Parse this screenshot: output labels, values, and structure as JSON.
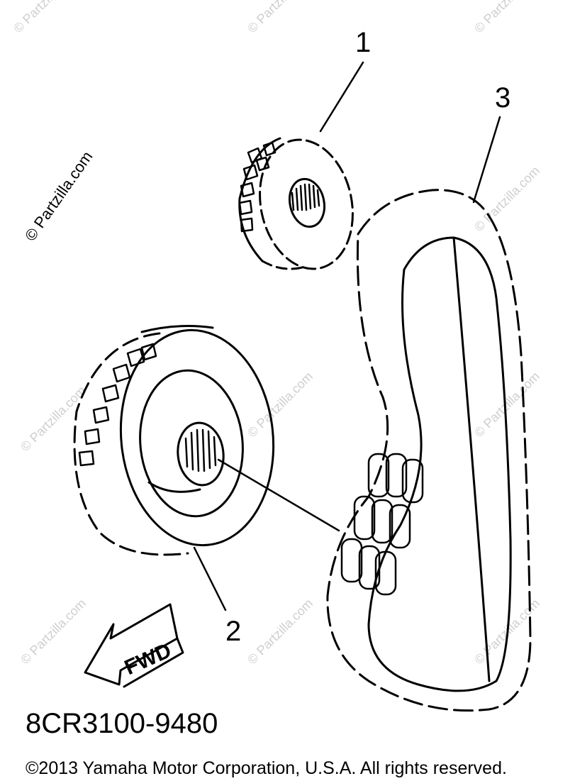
{
  "callouts": {
    "part1": "1",
    "part2": "2",
    "part3": "3"
  },
  "fwd_label": "FWD",
  "diagram_code": "8CR3100-9480",
  "copyright": "©2013 Yamaha Motor Corporation, U.S.A. All rights reserved.",
  "watermark": "© Partzilla.com",
  "colors": {
    "ink": "#000000",
    "watermark": "#cfcfcf",
    "background": "#ffffff"
  }
}
